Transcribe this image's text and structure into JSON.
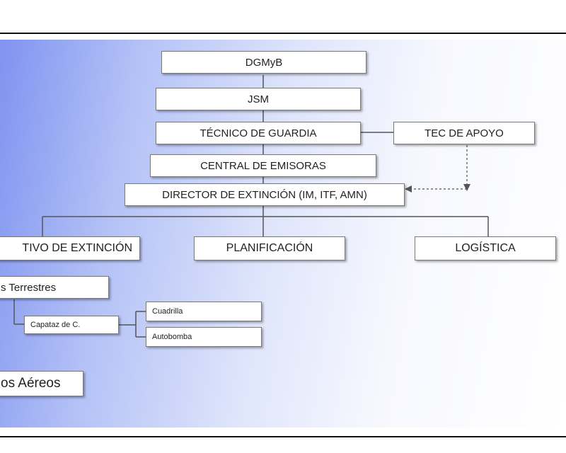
{
  "diagram": {
    "nodes": {
      "dgmvb": "DGMyB",
      "jsm": "JSM",
      "tecnico_guardia": "TÉCNICO DE GUARDIA",
      "tec_apoyo": "TEC DE APOYO",
      "central_emisoras": "CENTRAL DE EMISORAS",
      "director_extincion": "DIRECTOR DE EXTINCIÓN (IM, ITF, AMN)",
      "operativo_extincion": "TIVO DE EXTINCIÓN",
      "planificacion": "PLANIFICACIÓN",
      "logistica": "LOGÍSTICA",
      "medios_terrestres": "s Terrestres",
      "capataz": "Capataz de C.",
      "cuadrilla": "Cuadrilla",
      "autobomba": "Autobomba",
      "medios_aereos": "os Aéreos"
    }
  }
}
